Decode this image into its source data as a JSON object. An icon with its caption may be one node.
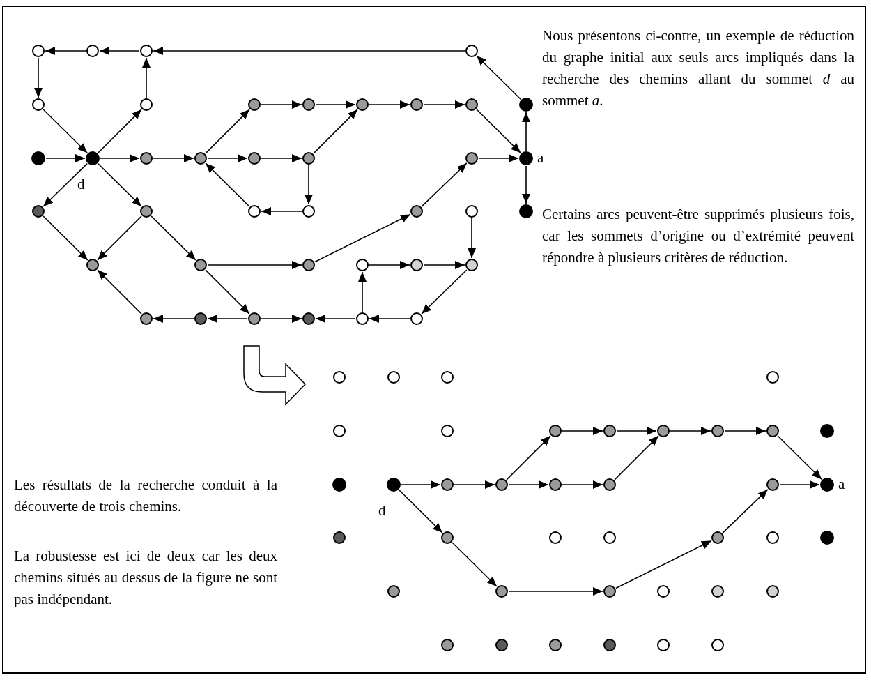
{
  "diagram": {
    "nodes": [
      {
        "text": [],
        "shape": "circle"
      },
      {
        "text": [],
        "shape": "circle"
      },
      {
        "text": [],
        "shape": "circle"
      },
      {
        "text": [],
        "shape": "circle"
      },
      {
        "text": [],
        "shape": "circle"
      },
      {
        "text": [],
        "shape": "circle"
      },
      {
        "text": [],
        "shape": "circle"
      },
      {
        "text": [],
        "shape": "circle"
      },
      {
        "text": [],
        "shape": "circle"
      },
      {
        "text": [],
        "shape": "circle"
      },
      {
        "text": [],
        "shape": "circle"
      },
      {
        "text": [],
        "shape": "circle"
      },
      {
        "text": [],
        "shape": "circle"
      },
      {
        "text": [],
        "shape": "circle",
        "beside": [
          "d"
        ]
      },
      {
        "text": [],
        "shape": "circle"
      },
      {
        "text": [],
        "shape": "circle"
      },
      {
        "text": [],
        "shape": "circle"
      },
      {
        "text": [],
        "shape": "circle"
      },
      {
        "text": [],
        "shape": "circle"
      },
      {
        "text": [],
        "shape": "circle",
        "beside": [
          "a"
        ]
      },
      {
        "text": [],
        "shape": "circle"
      },
      {
        "text": [],
        "shape": "circle"
      },
      {
        "text": [],
        "shape": "circle"
      },
      {
        "text": [],
        "shape": "circle"
      },
      {
        "text": [],
        "shape": "circle"
      },
      {
        "text": [],
        "shape": "circle"
      },
      {
        "text": [],
        "shape": "circle"
      },
      {
        "text": [],
        "shape": "circle"
      },
      {
        "text": [],
        "shape": "circle"
      },
      {
        "text": [],
        "shape": "circle"
      },
      {
        "text": [],
        "shape": "circle"
      },
      {
        "text": [],
        "shape": "circle"
      },
      {
        "text": [],
        "shape": "circle"
      },
      {
        "text": [],
        "shape": "circle"
      },
      {
        "text": [],
        "shape": "circle"
      },
      {
        "text": [],
        "shape": "circle"
      },
      {
        "text": [],
        "shape": "circle"
      },
      {
        "text": [],
        "shape": "circle"
      },
      {
        "text": [],
        "shape": "circle"
      },
      {
        "text": [],
        "shape": "circle"
      },
      {
        "text": [],
        "shape": "circle"
      },
      {
        "text": [],
        "shape": "circle"
      },
      {
        "text": [],
        "shape": "circle"
      },
      {
        "text": [],
        "shape": "circle"
      },
      {
        "text": [],
        "shape": "circle"
      },
      {
        "text": [],
        "shape": "circle"
      },
      {
        "text": [],
        "shape": "circle"
      },
      {
        "text": [],
        "shape": "circle"
      },
      {
        "text": [],
        "shape": "circle"
      },
      {
        "text": [],
        "shape": "circle"
      },
      {
        "text": [],
        "shape": "circle"
      },
      {
        "text": [],
        "shape": "circle"
      },
      {
        "text": [],
        "shape": "circle",
        "beside": [
          "d"
        ]
      },
      {
        "text": [],
        "shape": "circle"
      },
      {
        "text": [],
        "shape": "circle"
      },
      {
        "text": [],
        "shape": "circle"
      },
      {
        "text": [],
        "shape": "circle"
      },
      {
        "text": [],
        "shape": "circle"
      },
      {
        "text": [],
        "shape": "circle",
        "beside": [
          "a"
        ]
      },
      {
        "text": [],
        "shape": "circle"
      },
      {
        "text": [],
        "shape": "circle"
      },
      {
        "text": [],
        "shape": "circle"
      },
      {
        "text": [],
        "shape": "circle"
      },
      {
        "text": [],
        "shape": "circle"
      },
      {
        "text": [],
        "shape": "circle"
      },
      {
        "text": [],
        "shape": "circle"
      },
      {
        "text": [],
        "shape": "circle"
      },
      {
        "text": [],
        "shape": "circle"
      },
      {
        "text": [],
        "shape": "circle"
      },
      {
        "text": [],
        "shape": "circle"
      },
      {
        "text": [],
        "shape": "circle"
      },
      {
        "text": [],
        "shape": "circle"
      },
      {
        "text": [],
        "shape": "circle"
      },
      {
        "text": [],
        "shape": "circle"
      },
      {
        "text": [],
        "shape": "circle"
      },
      {
        "text": [],
        "shape": "circle"
      },
      {
        "text": [],
        "shape": "circle"
      },
      {
        "text": [],
        "shape": "circle"
      }
    ],
    "edges": [
      {
        "from": 1,
        "to": 0,
        "arrow": "to"
      },
      {
        "from": 2,
        "to": 1,
        "arrow": "to"
      },
      {
        "from": 3,
        "to": 2,
        "arrow": "to"
      },
      {
        "from": 0,
        "to": 4,
        "arrow": "to"
      },
      {
        "from": 5,
        "to": 2,
        "arrow": "to"
      },
      {
        "from": 4,
        "to": 13,
        "arrow": "to"
      },
      {
        "from": 13,
        "to": 5,
        "arrow": "to"
      },
      {
        "from": 12,
        "to": 13,
        "arrow": "to"
      },
      {
        "from": 13,
        "to": 14,
        "arrow": "to"
      },
      {
        "from": 14,
        "to": 15,
        "arrow": "to"
      },
      {
        "from": 15,
        "to": 6,
        "arrow": "to"
      },
      {
        "from": 15,
        "to": 16,
        "arrow": "to"
      },
      {
        "from": 22,
        "to": 15,
        "arrow": "to"
      },
      {
        "from": 6,
        "to": 7,
        "arrow": "to"
      },
      {
        "from": 16,
        "to": 17,
        "arrow": "to"
      },
      {
        "from": 17,
        "to": 8,
        "arrow": "to"
      },
      {
        "from": 7,
        "to": 8,
        "arrow": "to"
      },
      {
        "from": 8,
        "to": 9,
        "arrow": "to"
      },
      {
        "from": 9,
        "to": 10,
        "arrow": "to"
      },
      {
        "from": 10,
        "to": 19,
        "arrow": "to"
      },
      {
        "from": 18,
        "to": 19,
        "arrow": "to"
      },
      {
        "from": 19,
        "to": 11,
        "arrow": "to"
      },
      {
        "from": 11,
        "to": 3,
        "arrow": "to"
      },
      {
        "from": 19,
        "to": 26,
        "arrow": "to"
      },
      {
        "from": 17,
        "to": 23,
        "arrow": "to"
      },
      {
        "from": 23,
        "to": 22,
        "arrow": "to"
      },
      {
        "from": 13,
        "to": 20,
        "arrow": "to"
      },
      {
        "from": 13,
        "to": 21,
        "arrow": "to"
      },
      {
        "from": 20,
        "to": 27,
        "arrow": "to"
      },
      {
        "from": 21,
        "to": 27,
        "arrow": "to"
      },
      {
        "from": 21,
        "to": 28,
        "arrow": "to"
      },
      {
        "from": 28,
        "to": 29,
        "arrow": "to"
      },
      {
        "from": 28,
        "to": 35,
        "arrow": "to"
      },
      {
        "from": 29,
        "to": 24,
        "arrow": "to"
      },
      {
        "from": 24,
        "to": 18,
        "arrow": "to"
      },
      {
        "from": 25,
        "to": 32,
        "arrow": "to"
      },
      {
        "from": 30,
        "to": 31,
        "arrow": "to"
      },
      {
        "from": 31,
        "to": 32,
        "arrow": "to"
      },
      {
        "from": 32,
        "to": 38,
        "arrow": "to"
      },
      {
        "from": 37,
        "to": 30,
        "arrow": "to"
      },
      {
        "from": 38,
        "to": 37,
        "arrow": "to"
      },
      {
        "from": 37,
        "to": 36,
        "arrow": "to"
      },
      {
        "from": 35,
        "to": 36,
        "arrow": "to"
      },
      {
        "from": 35,
        "to": 34,
        "arrow": "to"
      },
      {
        "from": 34,
        "to": 33,
        "arrow": "to"
      },
      {
        "from": 33,
        "to": 27,
        "arrow": "to"
      },
      {
        "from": 52,
        "to": 53,
        "arrow": "to"
      },
      {
        "from": 53,
        "to": 54,
        "arrow": "to"
      },
      {
        "from": 54,
        "to": 45,
        "arrow": "to"
      },
      {
        "from": 54,
        "to": 55,
        "arrow": "to"
      },
      {
        "from": 45,
        "to": 46,
        "arrow": "to"
      },
      {
        "from": 55,
        "to": 56,
        "arrow": "to"
      },
      {
        "from": 56,
        "to": 47,
        "arrow": "to"
      },
      {
        "from": 46,
        "to": 47,
        "arrow": "to"
      },
      {
        "from": 47,
        "to": 48,
        "arrow": "to"
      },
      {
        "from": 48,
        "to": 49,
        "arrow": "to"
      },
      {
        "from": 49,
        "to": 58,
        "arrow": "to"
      },
      {
        "from": 57,
        "to": 58,
        "arrow": "to"
      },
      {
        "from": 63,
        "to": 57,
        "arrow": "to"
      },
      {
        "from": 68,
        "to": 63,
        "arrow": "to"
      },
      {
        "from": 67,
        "to": 68,
        "arrow": "to"
      },
      {
        "from": 60,
        "to": 67,
        "arrow": "to"
      },
      {
        "from": 52,
        "to": 60,
        "arrow": "to"
      }
    ],
    "labels": [
      "Nous présentons ci-contre, un exemple de réduction du graphe initial aux seuls arcs impliqués dans la recherche des chemins allant du sommet *d* au sommet *a*.",
      "Certains arcs peuvent-être supprimés plusieurs fois, car les sommets d’origine ou d’extrémité peuvent répondre à plusieurs critères de réduction.",
      "Les résultats de la recherche conduit à la découverte de trois chemins.",
      "La robustesse est ici de deux car les deux chemins situés au dessus de la figure ne sont pas indépendant."
    ]
  }
}
